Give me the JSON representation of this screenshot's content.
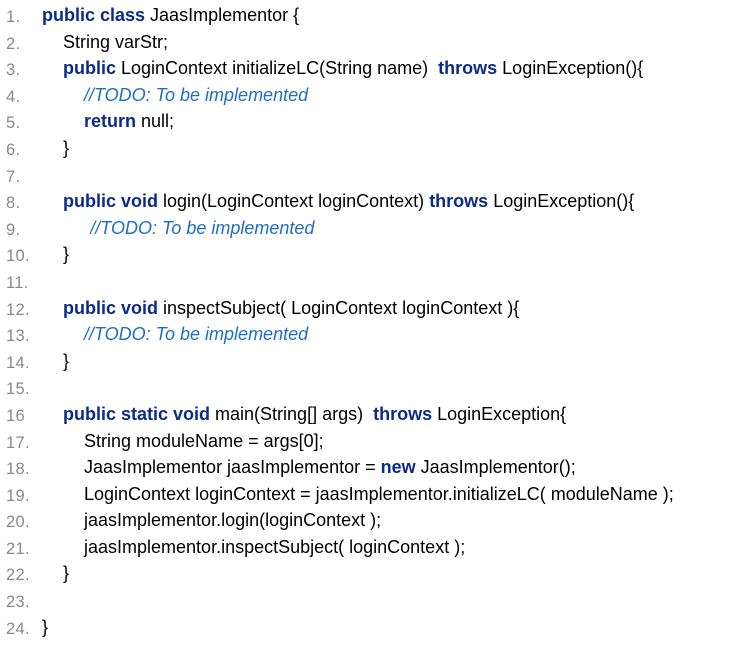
{
  "lines": [
    {
      "n": "1.",
      "indent": 0,
      "tokens": [
        {
          "t": "public class",
          "k": "kw"
        },
        {
          "t": " JaasImplementor {",
          "k": ""
        }
      ]
    },
    {
      "n": "2.",
      "indent": 1,
      "tokens": [
        {
          "t": "String varStr;",
          "k": ""
        }
      ]
    },
    {
      "n": "3.",
      "indent": 1,
      "tokens": [
        {
          "t": "public",
          "k": "kw"
        },
        {
          "t": " LoginContext initializeLC(String name)  ",
          "k": ""
        },
        {
          "t": "throws",
          "k": "kw"
        },
        {
          "t": " LoginException(){",
          "k": ""
        }
      ]
    },
    {
      "n": "4.",
      "indent": 2,
      "tokens": [
        {
          "t": "//TODO: To be implemented",
          "k": "cm"
        }
      ]
    },
    {
      "n": "5.",
      "indent": 2,
      "tokens": [
        {
          "t": "return",
          "k": "kw"
        },
        {
          "t": " null;",
          "k": ""
        }
      ]
    },
    {
      "n": "6.",
      "indent": 1,
      "tokens": [
        {
          "t": "}",
          "k": ""
        }
      ]
    },
    {
      "n": "7.",
      "indent": 0,
      "tokens": []
    },
    {
      "n": "8.",
      "indent": 1,
      "tokens": [
        {
          "t": "public void",
          "k": "kw"
        },
        {
          "t": " login(LoginContext loginContext) ",
          "k": ""
        },
        {
          "t": "throws",
          "k": "kw"
        },
        {
          "t": " LoginException(){",
          "k": ""
        }
      ]
    },
    {
      "n": "9.",
      "indent": 2.3,
      "tokens": [
        {
          "t": "//TODO: To be implemented",
          "k": "cm"
        }
      ]
    },
    {
      "n": "10.",
      "indent": 1,
      "tokens": [
        {
          "t": "}",
          "k": ""
        }
      ]
    },
    {
      "n": "11.",
      "indent": 0,
      "tokens": []
    },
    {
      "n": "12.",
      "indent": 1,
      "tokens": [
        {
          "t": "public void",
          "k": "kw"
        },
        {
          "t": " inspectSubject( LoginContext loginContext ){",
          "k": ""
        }
      ]
    },
    {
      "n": "13.",
      "indent": 2,
      "tokens": [
        {
          "t": "//TODO: To be implemented",
          "k": "cm"
        }
      ]
    },
    {
      "n": "14.",
      "indent": 1,
      "tokens": [
        {
          "t": "}",
          "k": ""
        }
      ]
    },
    {
      "n": "15.",
      "indent": 0,
      "tokens": []
    },
    {
      "n": "16",
      "indent": 1,
      "tokens": [
        {
          "t": "public static void",
          "k": "kw"
        },
        {
          "t": " main(String[] args)  ",
          "k": ""
        },
        {
          "t": "throws",
          "k": "kw"
        },
        {
          "t": " LoginException{",
          "k": ""
        }
      ]
    },
    {
      "n": "17.",
      "indent": 2,
      "tokens": [
        {
          "t": "String moduleName = args[0];",
          "k": ""
        }
      ]
    },
    {
      "n": "18.",
      "indent": 2,
      "tokens": [
        {
          "t": "JaasImplementor jaasImplementor = ",
          "k": ""
        },
        {
          "t": "new",
          "k": "kw"
        },
        {
          "t": " JaasImplementor();",
          "k": ""
        }
      ]
    },
    {
      "n": "19.",
      "indent": 2,
      "tokens": [
        {
          "t": "LoginContext loginContext = jaasImplementor.initializeLC( moduleName );",
          "k": ""
        }
      ]
    },
    {
      "n": "20.",
      "indent": 2,
      "tokens": [
        {
          "t": "jaasImplementor.login(loginContext );",
          "k": ""
        }
      ]
    },
    {
      "n": "21.",
      "indent": 2,
      "tokens": [
        {
          "t": "jaasImplementor.inspectSubject( loginContext );",
          "k": ""
        }
      ]
    },
    {
      "n": "22.",
      "indent": 1,
      "tokens": [
        {
          "t": "}",
          "k": ""
        }
      ]
    },
    {
      "n": "23.",
      "indent": 0,
      "tokens": []
    },
    {
      "n": "24.",
      "indent": 0,
      "tokens": [
        {
          "t": "}",
          "k": ""
        }
      ]
    }
  ]
}
